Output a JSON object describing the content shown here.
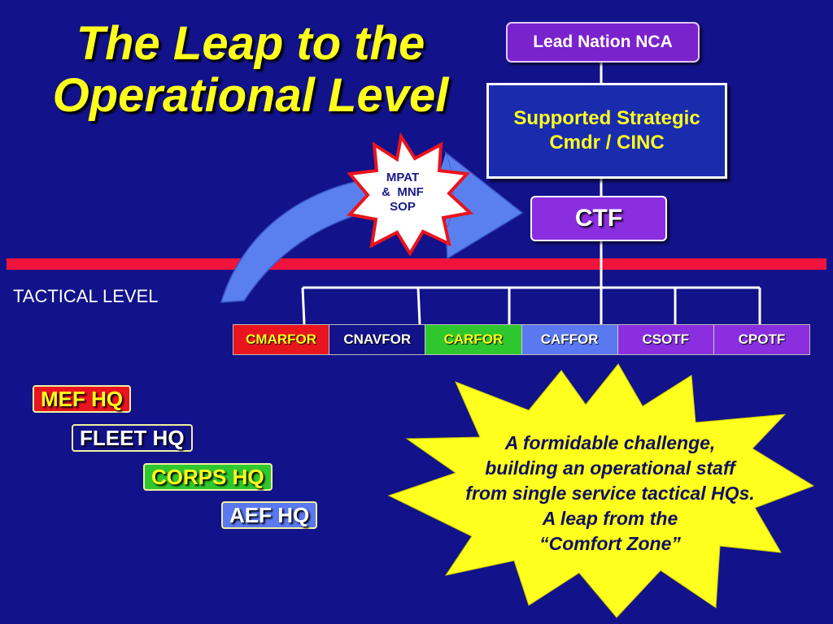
{
  "title": {
    "line1": "The Leap to the",
    "line2": "Operational Level"
  },
  "org": {
    "lead_nation": "Lead Nation NCA",
    "strategic_line1": "Supported Strategic",
    "strategic_line2": "Cmdr / CINC",
    "ctf": "CTF"
  },
  "mpat_burst": {
    "line1": "MPAT",
    "line2": "&  MNF",
    "line3": "SOP"
  },
  "tactical_label": "TACTICAL LEVEL",
  "components": [
    {
      "label": "CMARFOR",
      "bg": "#e8141e",
      "fg": "#ffff1e"
    },
    {
      "label": "CNAVFOR",
      "bg": "#12128a",
      "fg": "#ffffff"
    },
    {
      "label": "CARFOR",
      "bg": "#2ec82e",
      "fg": "#ffff1e"
    },
    {
      "label": "CAFFOR",
      "bg": "#5a78f0",
      "fg": "#ffffff"
    },
    {
      "label": "CSOTF",
      "bg": "#8a2ee0",
      "fg": "#ffffff"
    },
    {
      "label": "CPOTF",
      "bg": "#8a2ee0",
      "fg": "#ffffff"
    }
  ],
  "hq_list": [
    {
      "label": "MEF HQ",
      "bg": "#e8141e",
      "fg": "#ffff1e"
    },
    {
      "label": "FLEET HQ",
      "bg": "#12128a",
      "fg": "#ffffff"
    },
    {
      "label": "CORPS HQ",
      "bg": "#2ec82e",
      "fg": "#ffff1e"
    },
    {
      "label": "AEF HQ",
      "bg": "#5a78f0",
      "fg": "#ffffff"
    }
  ],
  "challenge": {
    "line1": "A formidable challenge,",
    "line2": "building an operational staff",
    "line3": "from single service tactical HQs.",
    "line4": "A leap from the",
    "line5": "“Comfort Zone”"
  },
  "colors": {
    "background": "#12128a",
    "title": "#ffff1e",
    "divider": "#f0143c",
    "burst_yellow": "#ffff1e",
    "arrow_blue": "#5a80f0"
  }
}
